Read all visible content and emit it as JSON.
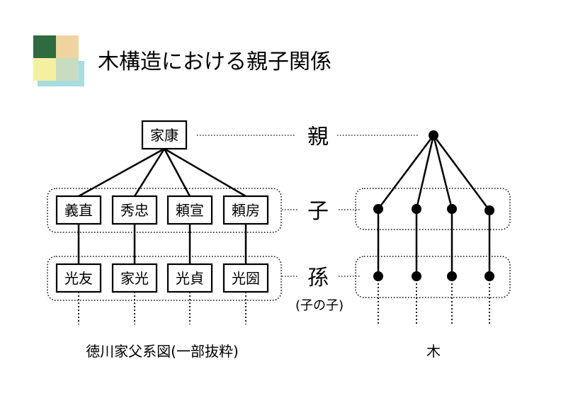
{
  "title": "木構造における親子関係",
  "logo": {
    "colors": [
      "#2e6b3e",
      "#f0d4a0",
      "#f4f0a0",
      "#c8dcc0"
    ],
    "shadow": "#a8dce0"
  },
  "family_tree": {
    "root": "家康",
    "children": [
      "義直",
      "秀忠",
      "頼宣",
      "頼房"
    ],
    "grandchildren": [
      "光友",
      "家光",
      "光貞",
      "光圀"
    ],
    "caption": "徳川家父系図(一部抜粋)"
  },
  "levels": {
    "parent": "親",
    "child": "子",
    "grandchild": "孫",
    "grandchild_note": "(子の子)"
  },
  "tree_caption": "木"
}
